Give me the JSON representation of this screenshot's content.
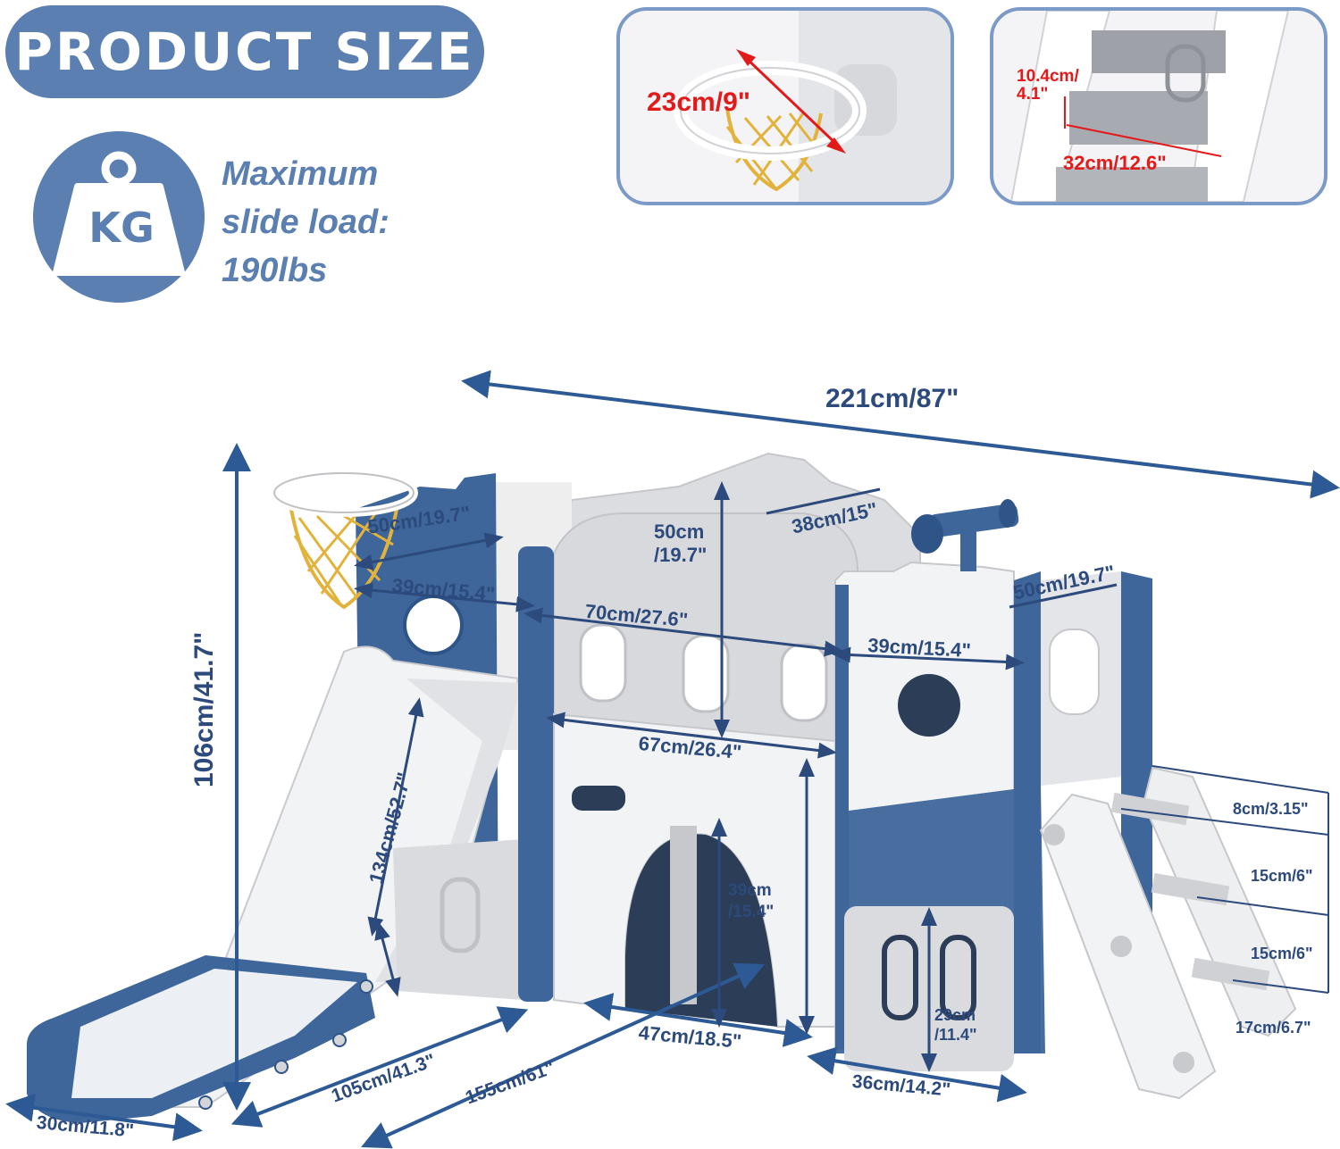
{
  "header": {
    "title": "PRODUCT SIZE"
  },
  "weight": {
    "icon": "kg-weight-icon",
    "icon_text": "KG",
    "lines": [
      "Maximum",
      "slide load:",
      "190lbs"
    ]
  },
  "colors": {
    "accent": "#5a7fb0",
    "navy": "#2d4a7c",
    "red": "#e21a1a",
    "white": "#ffffff"
  },
  "details": {
    "hoop_diameter": "23cm/9\"",
    "step_height": "10.4cm/\n4.1\"",
    "step_width": "32cm/12.6\""
  },
  "dimensions": {
    "total_length": "221cm/87\"",
    "total_height": "106cm/41.7\"",
    "basket_tower_width": "50cm/19.7\"",
    "basket_tower_depth": "39cm/15.4\"",
    "center_roof_height": "50cm\n/19.7\"",
    "roof_width": "38cm/15\"",
    "center_width": "70cm/27.6\"",
    "right_tower_width": "50cm/19.7\"",
    "right_tower_depth": "39cm/15.4\"",
    "bridge_width": "67cm/26.4\"",
    "slide_length": "134cm/52.7\"",
    "tunnel_height": "39cm\n/15.4\"",
    "tunnel_width": "47cm/18.5\"",
    "slide_width": "30cm/11.8\"",
    "slide_ground": "105cm/41.3\"",
    "base_depth": "155cm/61\"",
    "crawl_height": "29cm\n/11.4\"",
    "crawl_width": "36cm/14.2\"",
    "step_1": "8cm/3.15\"",
    "step_2": "15cm/6\"",
    "step_3": "15cm/6\"",
    "step_4": "17cm/6.7\""
  }
}
